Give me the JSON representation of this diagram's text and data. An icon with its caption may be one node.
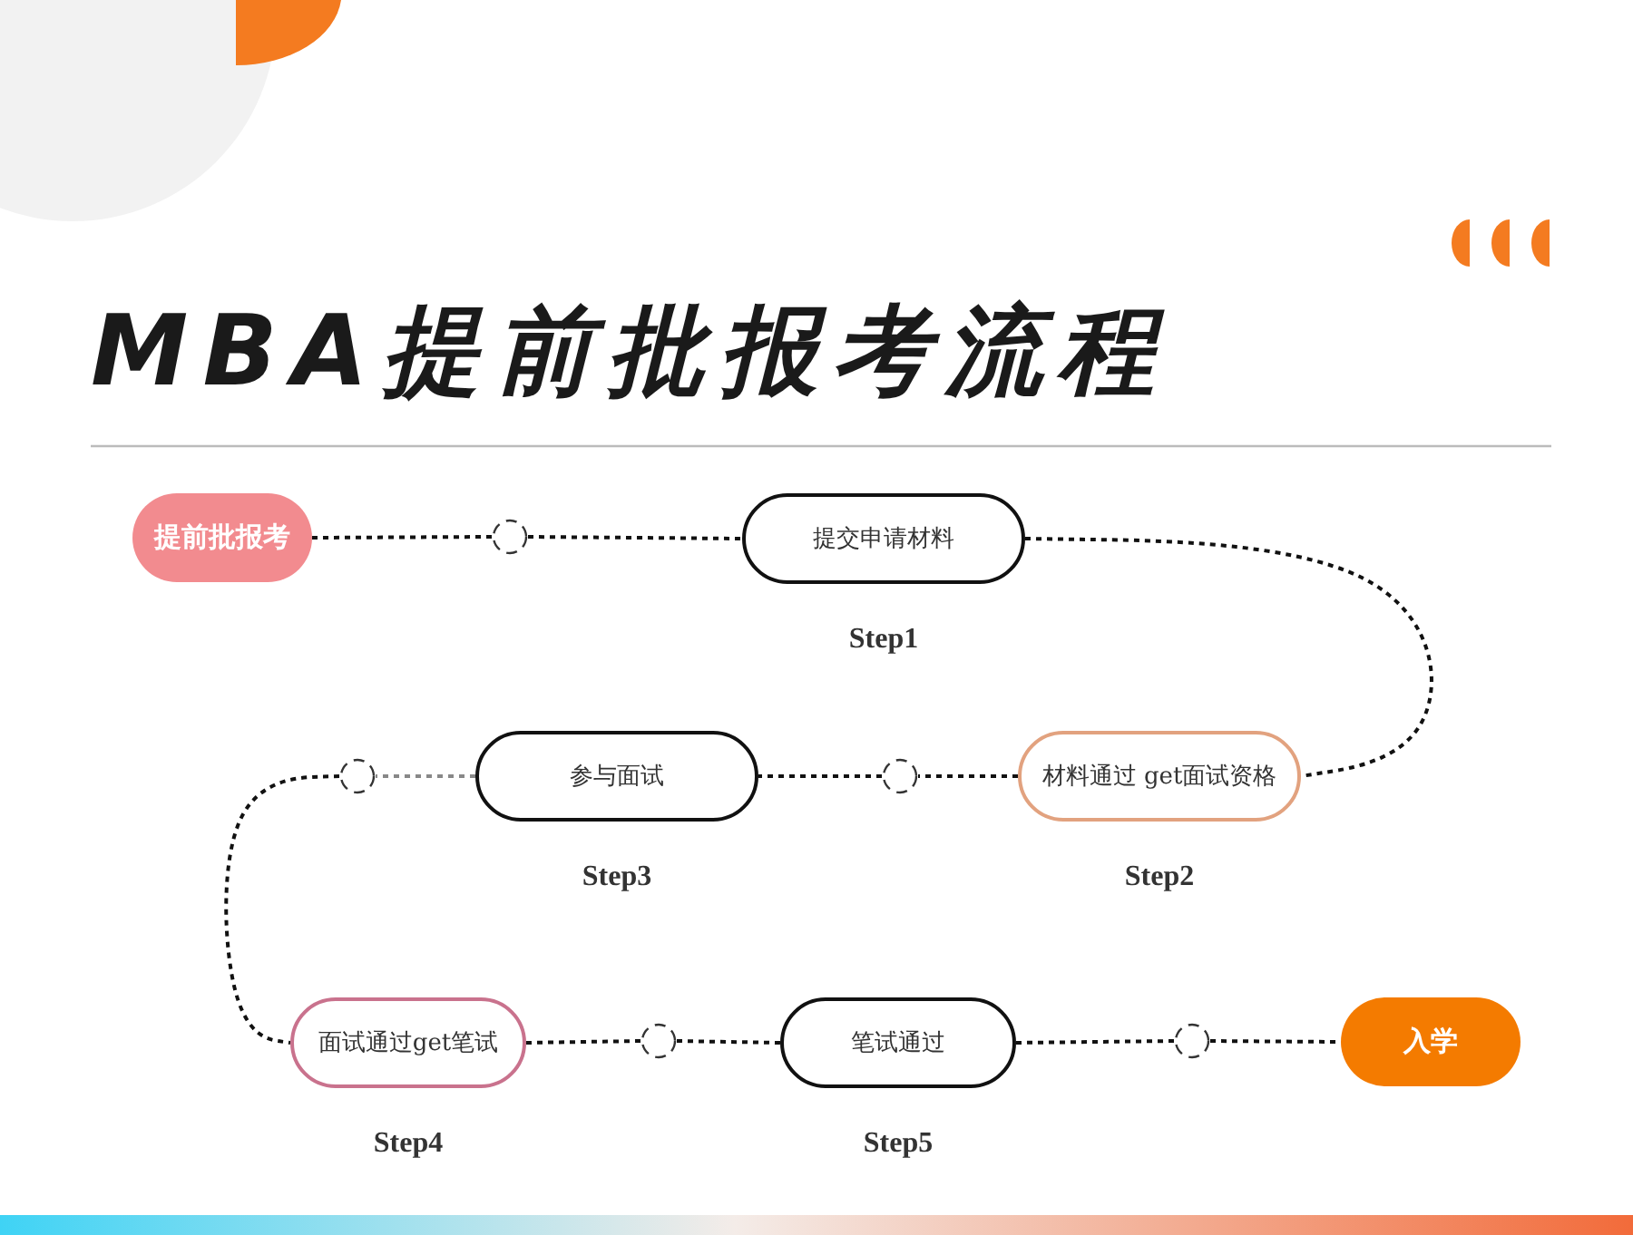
{
  "diagram": {
    "title": "MBA提前批报考流程",
    "nodes": [
      {
        "text": [
          "提前批报考"
        ]
      },
      {
        "text": [],
        "shape": "circle"
      },
      {
        "text": [
          "提交申请材料"
        ],
        "beside": [
          "Step1"
        ]
      },
      {
        "text": [
          "材料通过 get面试资格"
        ],
        "beside": [
          "Step2"
        ]
      },
      {
        "text": [],
        "shape": "circle"
      },
      {
        "text": [
          "参与面试"
        ],
        "beside": [
          "Step3"
        ]
      },
      {
        "text": [],
        "shape": "circle"
      },
      {
        "text": [
          "面试通过get笔试"
        ],
        "beside": [
          "Step4"
        ]
      },
      {
        "text": [],
        "shape": "circle"
      },
      {
        "text": [
          "笔试通过"
        ],
        "beside": [
          "Step5"
        ]
      },
      {
        "text": [],
        "shape": "circle"
      },
      {
        "text": [
          "入学"
        ]
      }
    ],
    "edges": [
      {
        "from": 0,
        "to": 1,
        "arrow": "none"
      },
      {
        "from": 1,
        "to": 2,
        "arrow": "none"
      },
      {
        "from": 2,
        "to": 3,
        "arrow": "none"
      },
      {
        "from": 3,
        "to": 4,
        "arrow": "none"
      },
      {
        "from": 4,
        "to": 5,
        "arrow": "none"
      },
      {
        "from": 5,
        "to": 6,
        "arrow": "none",
        "color": "#888888"
      },
      {
        "from": 6,
        "to": 7,
        "arrow": "none"
      },
      {
        "from": 7,
        "to": 8,
        "arrow": "none"
      },
      {
        "from": 8,
        "to": 9,
        "arrow": "none"
      },
      {
        "from": 9,
        "to": 10,
        "arrow": "none"
      },
      {
        "from": 10,
        "to": 11,
        "arrow": "none"
      }
    ]
  }
}
